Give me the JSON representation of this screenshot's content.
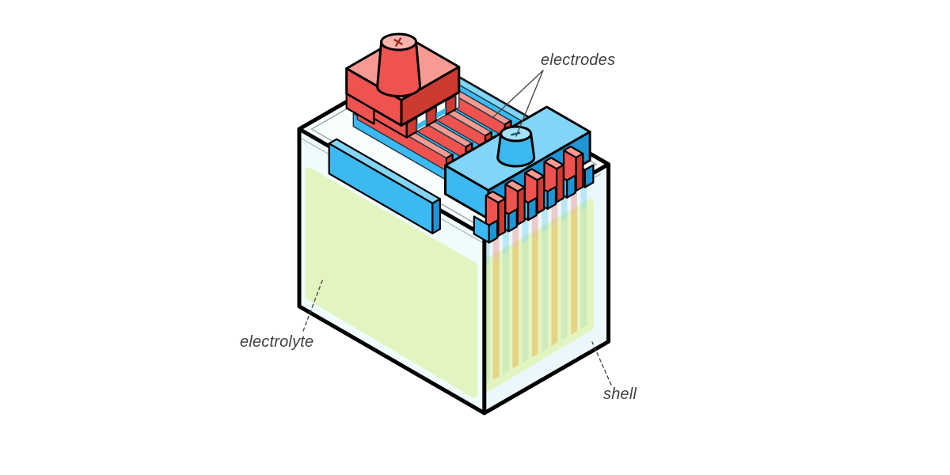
{
  "diagram": {
    "type": "isometric-battery-cutaway",
    "labels": {
      "electrodes": "electrodes",
      "electrolyte": "electrolyte",
      "shell": "shell"
    },
    "terminal_marks": {
      "positive": "×",
      "negative": "−"
    }
  },
  "palette": {
    "ink": "#000000",
    "line-thin": "#1a3541",
    "rim-line": "rgba(80,100,110,0.55)",
    "glass": "#f0fbfd",
    "glass-top": "#f8fdfe",
    "glass-right": "#ebf7fa",
    "liquid": "#e2f5c1",
    "plate-tan": "#e7d384",
    "plate-green": "#cfeabb",
    "red-top": "#f79b92",
    "red-front": "#ef5350",
    "red-side": "#cd3a31",
    "red-light": "#fbb4ac",
    "blue-top": "#82d5f8",
    "blue-front": "#3cb9f1",
    "blue-side": "#1e95d5",
    "blue-light": "#a8e3fb",
    "red-faint": "rgba(240,90,80,0.28)",
    "blue-faint": "rgba(60,190,245,0.28)",
    "label": "#3f3f3f",
    "leader": "#4a4a4a",
    "mark-red": "#9b201c",
    "mark-blue": "#0c5c88"
  }
}
